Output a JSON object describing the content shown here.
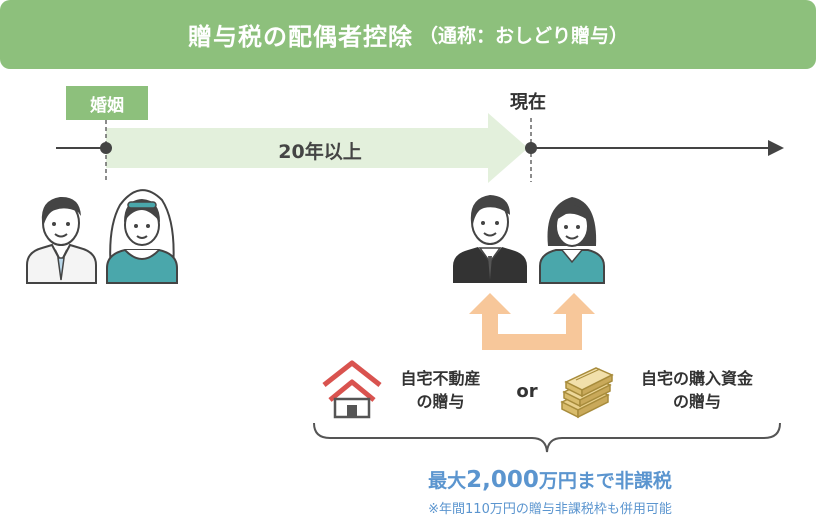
{
  "title": {
    "main": "贈与税の配偶者控除",
    "sub": "（通称：おしどり贈与）"
  },
  "timeline": {
    "marriage_label": "婚姻",
    "now_label": "現在",
    "duration_label": "20年以上"
  },
  "gifts": {
    "house_line1": "自宅不動産",
    "house_line2": "の贈与",
    "or_label": "or",
    "cash_line1": "自宅の購入資金",
    "cash_line2": "の贈与"
  },
  "summary": {
    "headline_pre": "最大",
    "headline_amount": "2,000",
    "headline_post": "万円まで非課税",
    "footnote": "※年間110万円の贈与非課税枠も併用可能"
  },
  "colors": {
    "title_bg": "#8dc07c",
    "arrow_green": "#e3f0dc",
    "arrow_orange": "#f7c79a",
    "house_red": "#d9534f",
    "accent_blue": "#5b95cf",
    "wife_teal": "#4aa7ab"
  }
}
